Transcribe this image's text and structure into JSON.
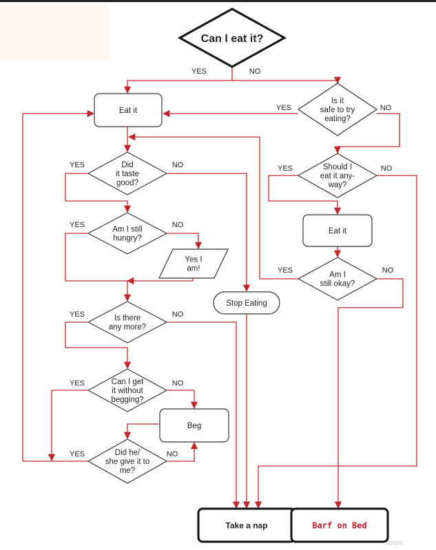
{
  "title": "Can I eat it?",
  "colors": {
    "connector": "#c0272d",
    "node_stroke": "#333333",
    "terminal_text_red": "#b5222b"
  },
  "branch_labels": {
    "yes": "YES",
    "no": "NO"
  },
  "nodes": {
    "start": {
      "type": "decision",
      "lines": [
        "Can I eat it?"
      ]
    },
    "eat_it_1": {
      "type": "process",
      "lines": [
        "Eat it"
      ]
    },
    "safe_to_try": {
      "type": "decision",
      "lines": [
        "Is it",
        "safe to try",
        "eating?"
      ]
    },
    "taste_good": {
      "type": "decision",
      "lines": [
        "Did",
        "it taste",
        "good?"
      ]
    },
    "still_hungry": {
      "type": "decision",
      "lines": [
        "Am I still",
        "hungry?"
      ]
    },
    "yes_i_am": {
      "type": "io",
      "lines": [
        "Yes I",
        "am!"
      ]
    },
    "any_more": {
      "type": "decision",
      "lines": [
        "Is there",
        "any more?"
      ]
    },
    "without_begging": {
      "type": "decision",
      "lines": [
        "Can I get",
        "it without",
        "begging?"
      ]
    },
    "beg": {
      "type": "process",
      "lines": [
        "Beg"
      ]
    },
    "give_it": {
      "type": "decision",
      "lines": [
        "Did he/",
        "she give it to",
        "me?"
      ]
    },
    "stop_eating": {
      "type": "terminal",
      "lines": [
        "Stop Eating"
      ]
    },
    "eat_anyway": {
      "type": "decision",
      "lines": [
        "Should I",
        "eat it any-",
        "way?"
      ]
    },
    "eat_it_2": {
      "type": "process",
      "lines": [
        "Eat it"
      ]
    },
    "still_okay": {
      "type": "decision",
      "lines": [
        "Am I",
        "still okay?"
      ]
    },
    "take_nap": {
      "type": "end",
      "lines": [
        "Take a nap"
      ]
    },
    "barf_bed": {
      "type": "end",
      "lines": [
        "Barf on Bed"
      ]
    }
  },
  "edges": [
    {
      "from": "start",
      "to": "eat_it_1",
      "label": "YES"
    },
    {
      "from": "start",
      "to": "safe_to_try",
      "label": "NO"
    },
    {
      "from": "safe_to_try",
      "to": "eat_it_1",
      "label": "YES"
    },
    {
      "from": "safe_to_try",
      "to": "eat_anyway",
      "label": "NO"
    },
    {
      "from": "eat_it_1",
      "to": "taste_good",
      "label": ""
    },
    {
      "from": "taste_good",
      "to": "still_hungry",
      "label": "YES"
    },
    {
      "from": "taste_good",
      "to": "stop_eating",
      "label": "NO"
    },
    {
      "from": "still_hungry",
      "to": "any_more",
      "label": "YES"
    },
    {
      "from": "still_hungry",
      "to": "yes_i_am",
      "label": "NO"
    },
    {
      "from": "yes_i_am",
      "to": "any_more",
      "label": ""
    },
    {
      "from": "any_more",
      "to": "without_begging",
      "label": "YES"
    },
    {
      "from": "any_more",
      "to": "take_nap",
      "label": "NO"
    },
    {
      "from": "without_begging",
      "to": "eat_it_1",
      "label": "YES"
    },
    {
      "from": "without_begging",
      "to": "beg",
      "label": "NO"
    },
    {
      "from": "beg",
      "to": "give_it",
      "label": ""
    },
    {
      "from": "give_it",
      "to": "eat_it_1",
      "label": "YES"
    },
    {
      "from": "give_it",
      "to": "beg",
      "label": "NO"
    },
    {
      "from": "stop_eating",
      "to": "take_nap",
      "label": ""
    },
    {
      "from": "eat_anyway",
      "to": "eat_it_2",
      "label": "YES"
    },
    {
      "from": "eat_anyway",
      "to": "take_nap",
      "label": "NO"
    },
    {
      "from": "eat_it_2",
      "to": "still_okay",
      "label": ""
    },
    {
      "from": "still_okay",
      "to": "taste_good",
      "label": "YES"
    },
    {
      "from": "still_okay",
      "to": "barf_bed",
      "label": "NO"
    }
  ],
  "watermark": ".com"
}
